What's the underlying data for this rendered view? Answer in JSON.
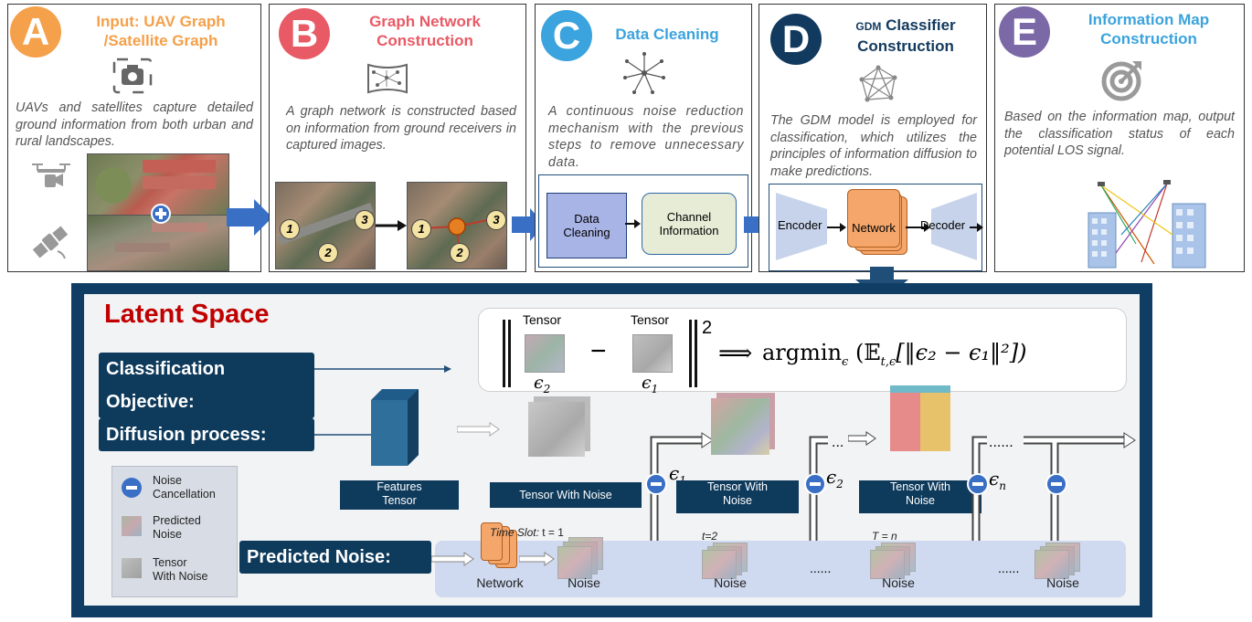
{
  "panels": [
    {
      "badge": "A",
      "color": "#f5a04a",
      "title_line1": "Input: UAV Graph",
      "title_line2": "/Satellite Graph",
      "desc": "UAVs and satellites capture detailed ground information from both urban and rural landscapes.",
      "icon": "camera-icon"
    },
    {
      "badge": "B",
      "color": "#e85a65",
      "title_line1": "Graph Network",
      "title_line2": "Construction",
      "desc": "A graph network is constructed based on information from ground receivers in captured images.",
      "icon": "graph-network-icon"
    },
    {
      "badge": "C",
      "color": "#3ba3dd",
      "title_line1": "Data Cleaning",
      "title_line2": "",
      "desc": "A continuous noise reduction mechanism with the previous steps to remove unnecessary data.",
      "icon": "star-network-icon"
    },
    {
      "badge": "D",
      "color": "#123a5e",
      "title_pre": "GDM",
      "title_line1": "Classifier",
      "title_line2": "Construction",
      "desc": "The GDM model is employed for classification, which utilizes the principles of information diffusion to make predictions.",
      "icon": "mesh-network-icon"
    },
    {
      "badge": "E",
      "color": "#7b68a6",
      "title_line1": "Information Map",
      "title_line2": "Construction",
      "desc": "Based on the information map, output the classification status of each potential LOS signal.",
      "icon": "target-icon"
    }
  ],
  "panel_b_markers": [
    "1",
    "2",
    "3",
    "1",
    "2",
    "3"
  ],
  "panel_c_blocks": {
    "data_cleaning": "Data\nCleaning",
    "channel_info": "Channel\nInformation"
  },
  "panel_d_blocks": {
    "encoder": "Encoder",
    "network": "Network",
    "decoder": "Decoder"
  },
  "latent": {
    "title": "Latent Space",
    "classification_objective": "Classification Objective:",
    "diffusion_process": "Diffusion process:",
    "predicted_noise": "Predicted Noise:",
    "tensor_left": "Tensor",
    "tensor_right": "Tensor",
    "eps2": "ϵ",
    "eps2_sub": "2",
    "eps1": "ϵ",
    "eps1_sub": "1",
    "minus": "−",
    "power": "2",
    "implies": "⟹",
    "argmin": "argmin",
    "argmin_sub": "ϵ",
    "expectation": "(𝔼",
    "expectation_sub": "t,ϵ",
    "expectation_body": "[‖ϵ₂ − ϵ₁‖²])",
    "features_tensor": "Features\nTensor",
    "tensor_with_noise_1": "Tensor With Noise",
    "tensor_with_noise_2": "Tensor With\nNoise",
    "tensor_with_noise_3": "Tensor With\nNoise",
    "eps_labels": [
      {
        "sym": "ϵ",
        "sub": "1"
      },
      {
        "sym": "ϵ",
        "sub": "2"
      },
      {
        "sym": "ϵ",
        "sub": "n"
      }
    ],
    "dots": [
      "...",
      "......",
      "......",
      "......"
    ],
    "time_slot_prefix": "Time Slot: ",
    "time_slot_t1": "t = 1",
    "time_slot_t2": "t=2",
    "time_slot_tn": "T = n",
    "network": "Network",
    "noise": "Noise"
  },
  "legend": {
    "noise_cancellation": "Noise\nCancellation",
    "predicted_noise": "Predicted\nNoise",
    "tensor_with_noise": "Tensor\nWith Noise"
  },
  "colors": {
    "panel_a": "#f5a04a",
    "panel_b": "#e85a65",
    "panel_c": "#3ba3dd",
    "panel_d": "#123a5e",
    "panel_e": "#7b68a6",
    "latent_title": "#c00000",
    "latent_border": "#0f3d63",
    "arrow_blue": "#3a6fc6"
  }
}
